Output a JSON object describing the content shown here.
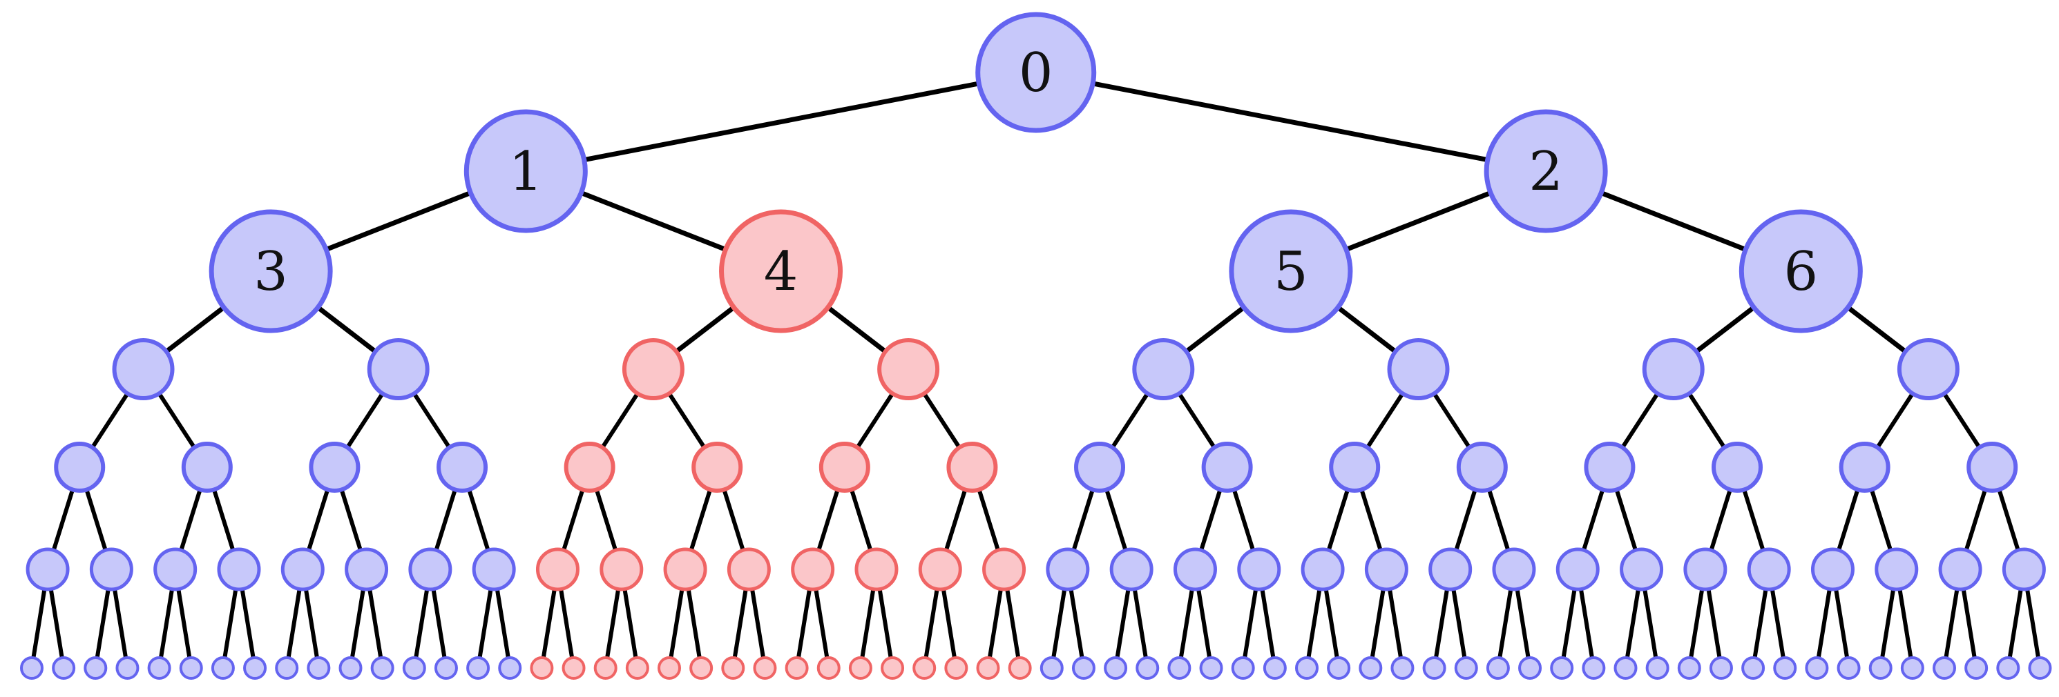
{
  "tree": {
    "depth": 7,
    "labeled_nodes": [
      "0",
      "1",
      "2",
      "3",
      "4",
      "5",
      "6"
    ],
    "highlighted_subtree_root": 4,
    "colors": {
      "normal_fill": "#c7c8fa",
      "normal_stroke": "#6464f0",
      "highlight_fill": "#fbc6c9",
      "highlight_stroke": "#f06464",
      "edge": "#000000"
    }
  }
}
